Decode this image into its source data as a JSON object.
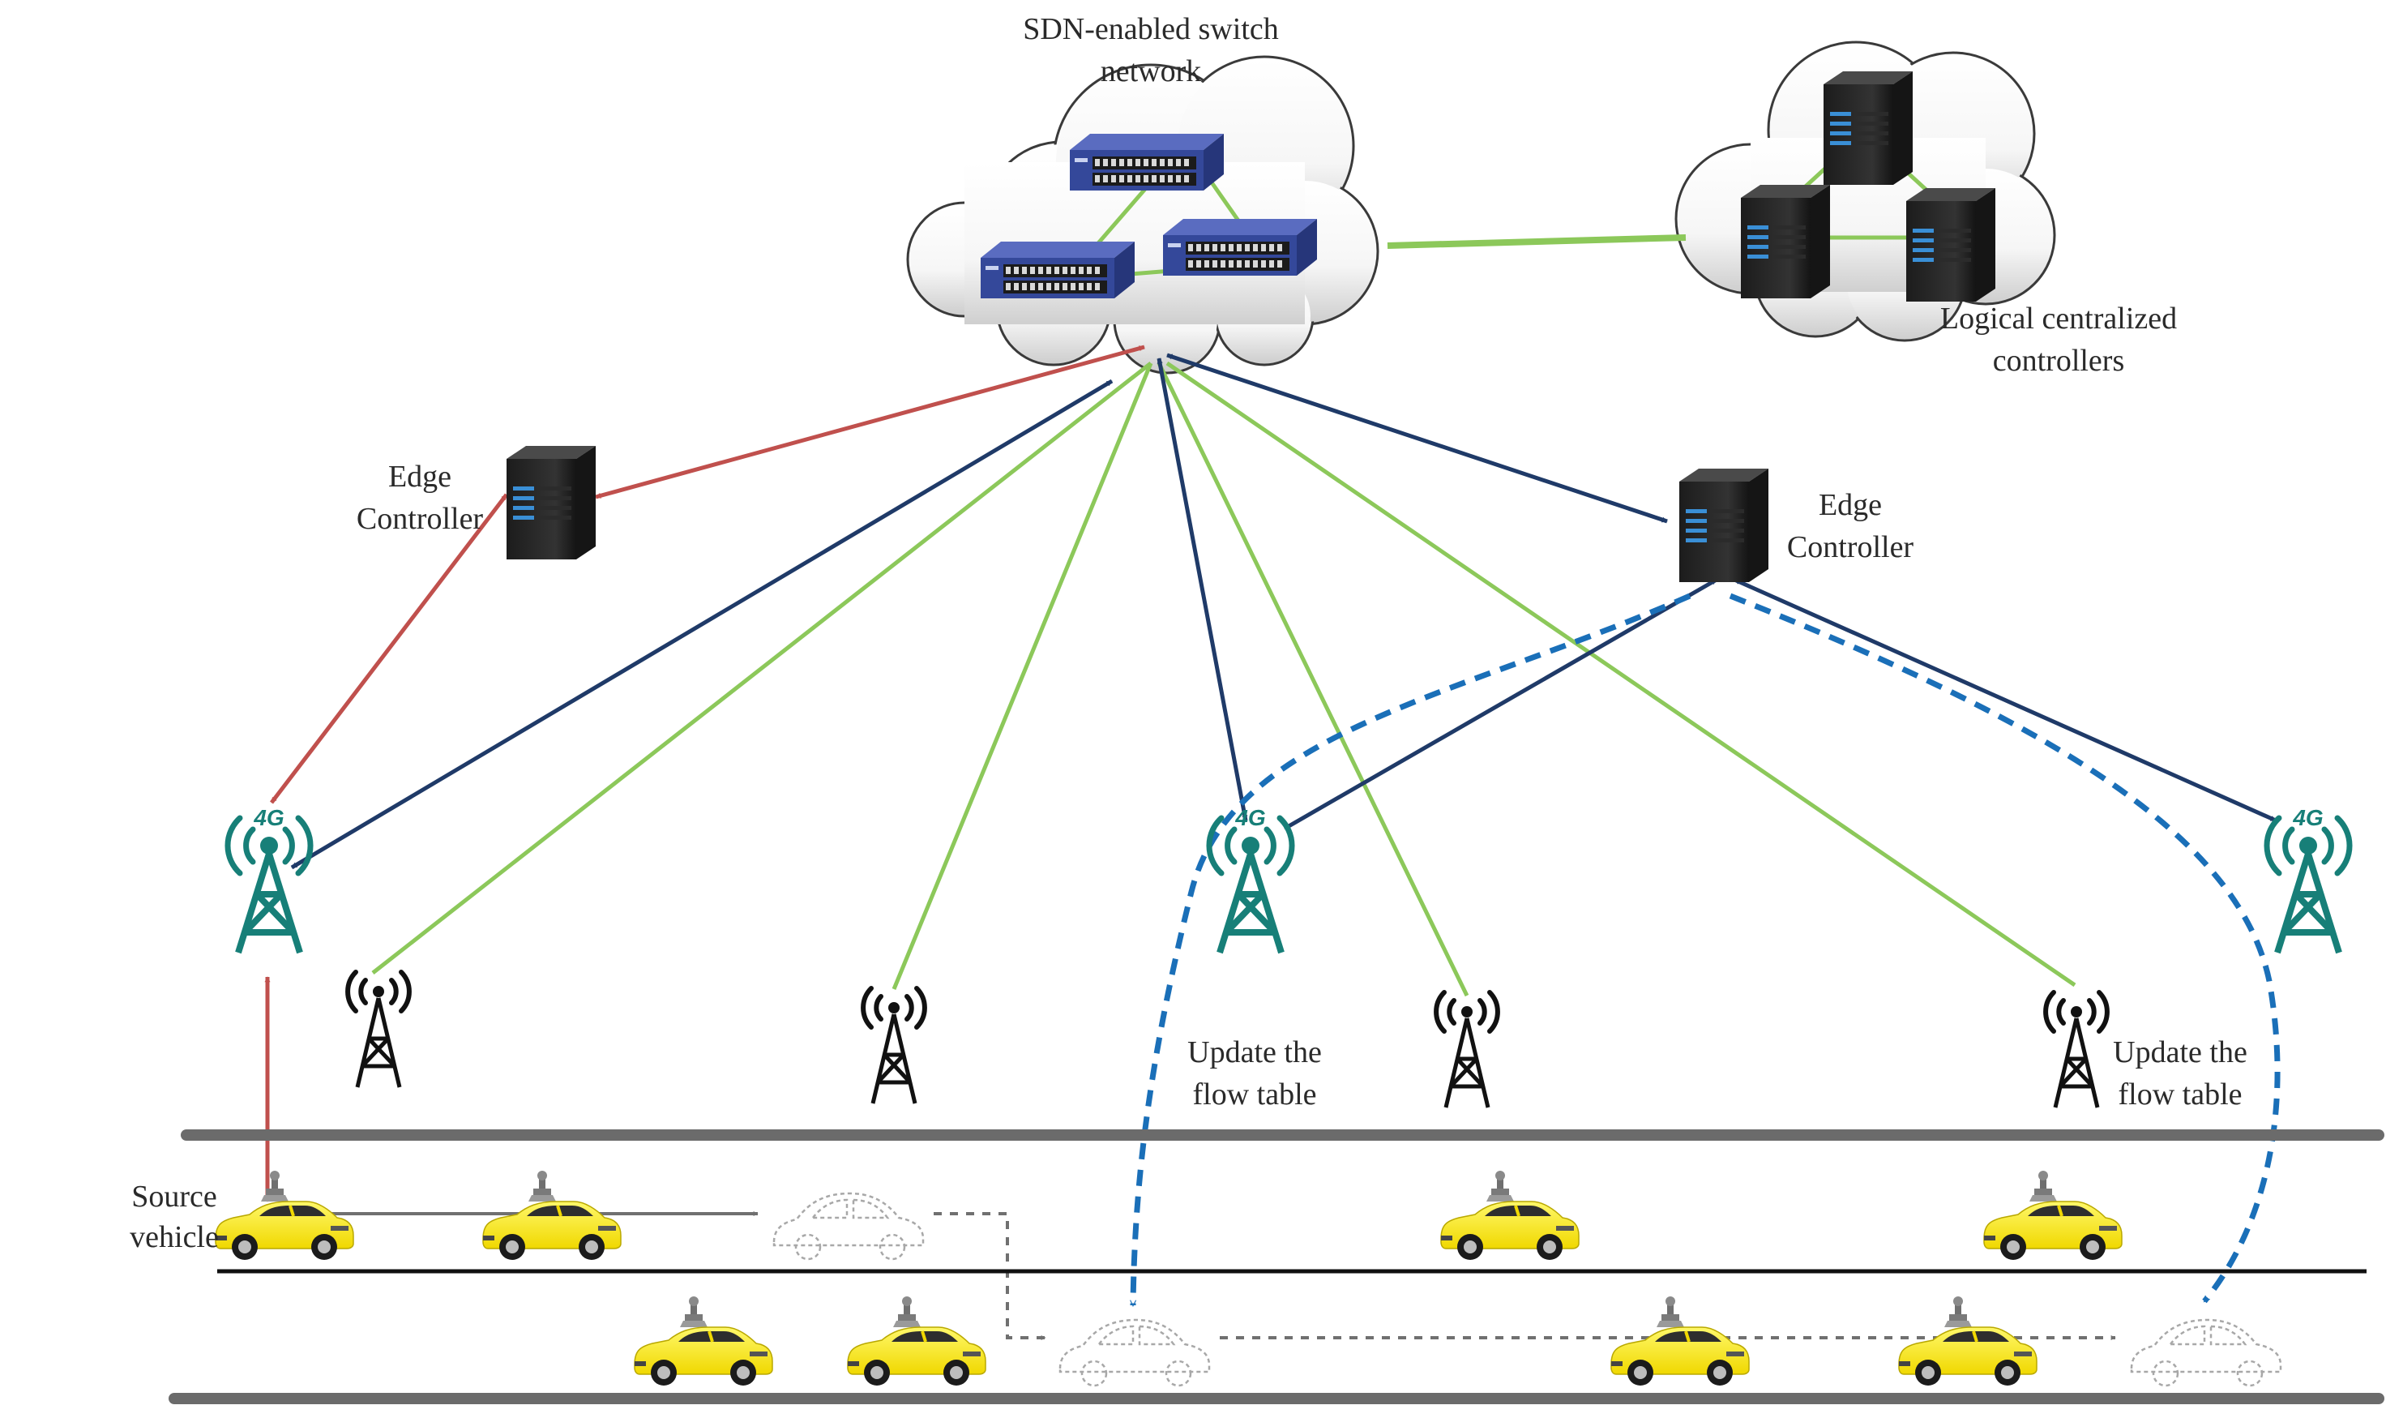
{
  "labels": {
    "sdn_network": [
      "SDN-enabled switch",
      "network"
    ],
    "centralized_controllers": [
      "Logical centralized",
      "controllers"
    ],
    "edge_controller_left": [
      "Edge",
      "Controller"
    ],
    "edge_controller_right": [
      "Edge",
      "Controller"
    ],
    "update_flow_table_mid": [
      "Update the",
      "flow table"
    ],
    "update_flow_table_right": [
      "Update the",
      "flow table"
    ],
    "source_vehicle": [
      "Source",
      "vehicle"
    ]
  },
  "tower_badges": [
    "4G",
    "4G",
    "4G"
  ],
  "colors": {
    "green_link": "#8cc85a",
    "navy_link": "#1f3a68",
    "red_link": "#c0504d",
    "blue_dashed": "#1a6fb8",
    "gray_path": "#707070",
    "tower_teal": "#177f78",
    "car_yellow": "#f6e814",
    "switch_blue": "#34489a",
    "server_dark": "#262626",
    "road": "#6b6b6b"
  },
  "icons": [
    "cloud-icon",
    "switch-icon",
    "server-icon",
    "cell-tower-4g-icon",
    "radio-tower-icon",
    "car-icon",
    "ghost-car-icon"
  ]
}
